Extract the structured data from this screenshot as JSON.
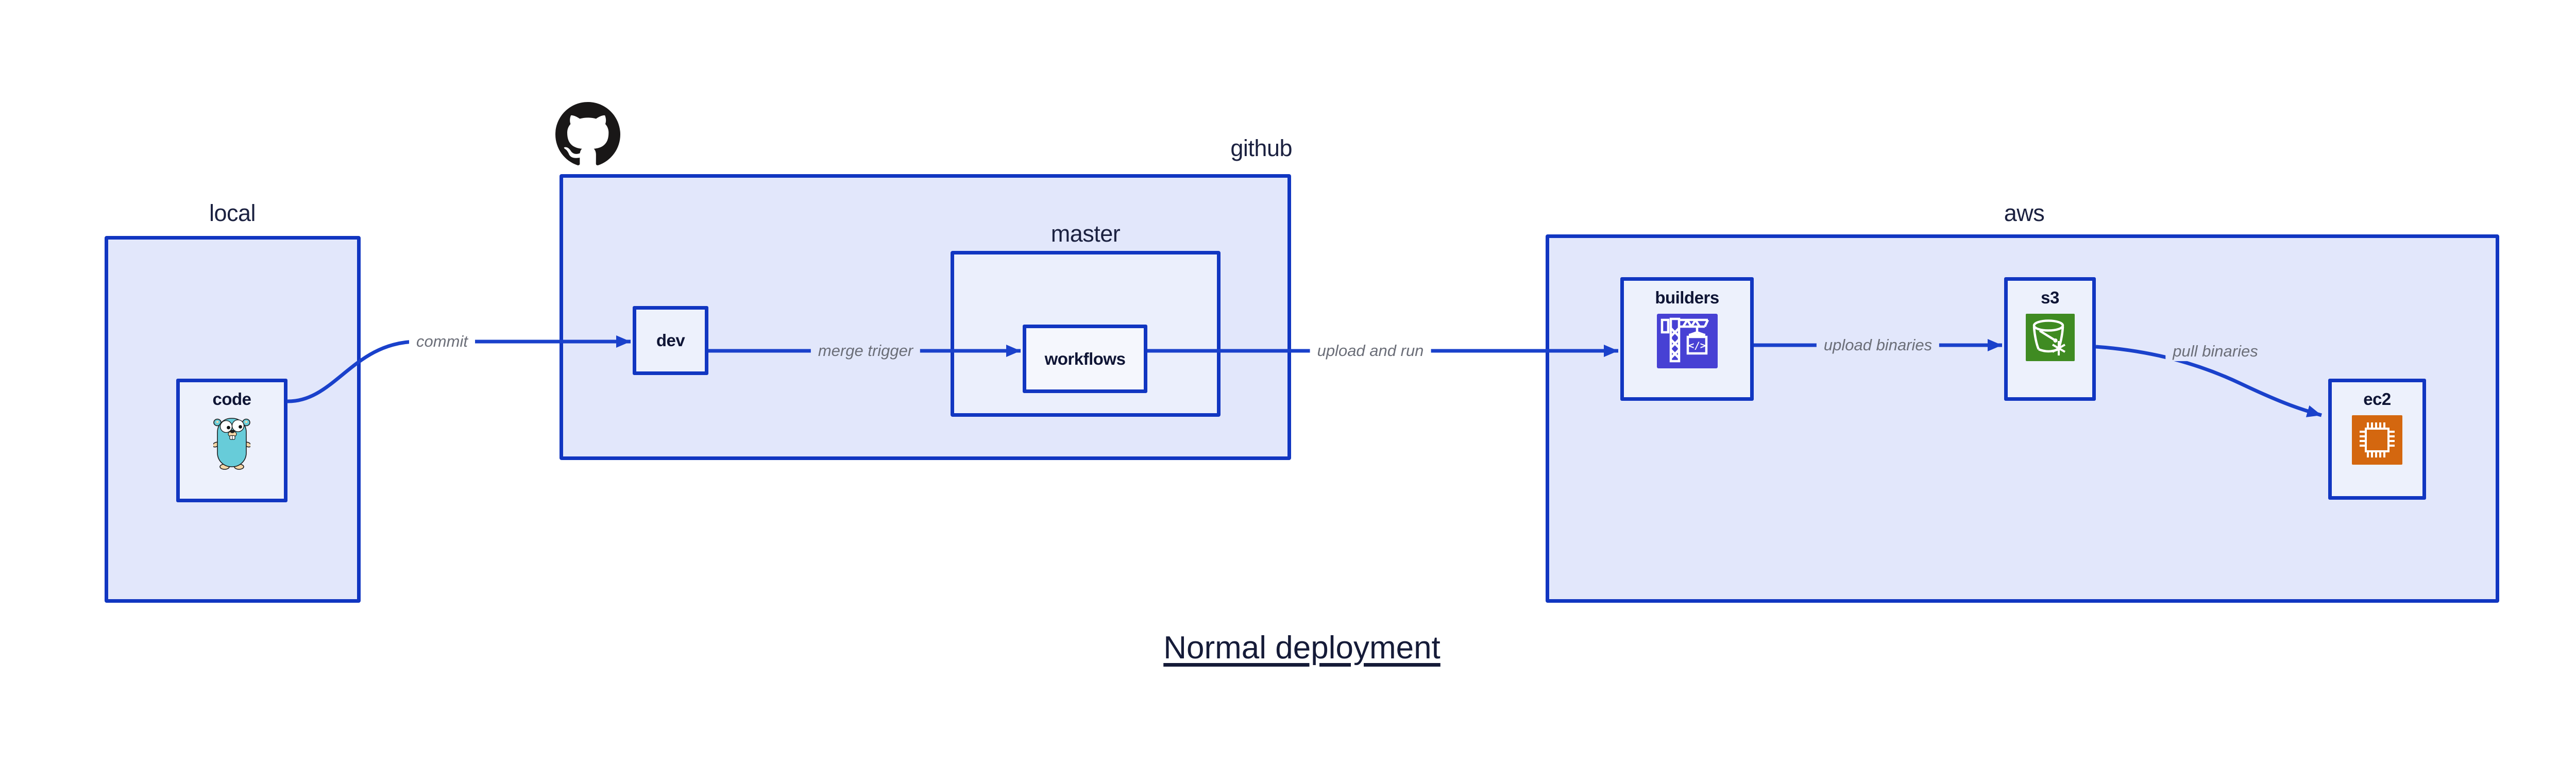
{
  "title": {
    "text": "Normal deployment"
  },
  "groups": [
    {
      "id": "local",
      "label": "local"
    },
    {
      "id": "github",
      "label": "github"
    },
    {
      "id": "master",
      "label": "master"
    },
    {
      "id": "aws",
      "label": "aws"
    }
  ],
  "nodes": [
    {
      "id": "code",
      "label": "code",
      "group": "local",
      "icon": "go-gopher-icon"
    },
    {
      "id": "dev",
      "label": "dev",
      "group": "github"
    },
    {
      "id": "workflows",
      "label": "workflows",
      "group": "master"
    },
    {
      "id": "builders",
      "label": "builders",
      "group": "aws",
      "icon": "codebuild-crane-icon",
      "icon_code_glyph": "</>"
    },
    {
      "id": "s3",
      "label": "s3",
      "group": "aws",
      "icon": "s3-glacier-bucket-icon"
    },
    {
      "id": "ec2",
      "label": "ec2",
      "group": "aws",
      "icon": "ec2-chip-icon"
    }
  ],
  "edges": [
    {
      "from": "code",
      "to": "dev",
      "label": "commit"
    },
    {
      "from": "dev",
      "to": "workflows",
      "label": "merge trigger"
    },
    {
      "from": "workflows",
      "to": "builders",
      "label": "upload and run"
    },
    {
      "from": "builders",
      "to": "s3",
      "label": "upload binaries"
    },
    {
      "from": "s3",
      "to": "ec2",
      "label": "pull binaries"
    }
  ],
  "icons": [
    "github-octocat-logo-icon",
    "go-gopher-icon",
    "codebuild-crane-icon",
    "s3-glacier-bucket-icon",
    "ec2-chip-icon"
  ],
  "colors": {
    "box_stroke": "#1136c1",
    "arrow_stroke": "#1a41cb",
    "group_fill": "#e2e7fb",
    "node_fill": "#edf1fc",
    "workflows_fill": "#f5f7fd",
    "dark_text": "#1b2140",
    "node_text": "#0f1535",
    "edge_label_text": "#6b6e78",
    "github_logo": "#191717",
    "gopher_body": "#67ccd9",
    "gopher_skin": "#f6d7a7",
    "builders_icon_bg": "#4741d4",
    "s3_icon_bg": "#3f8b22",
    "ec2_icon_bg": "#d4670f"
  }
}
